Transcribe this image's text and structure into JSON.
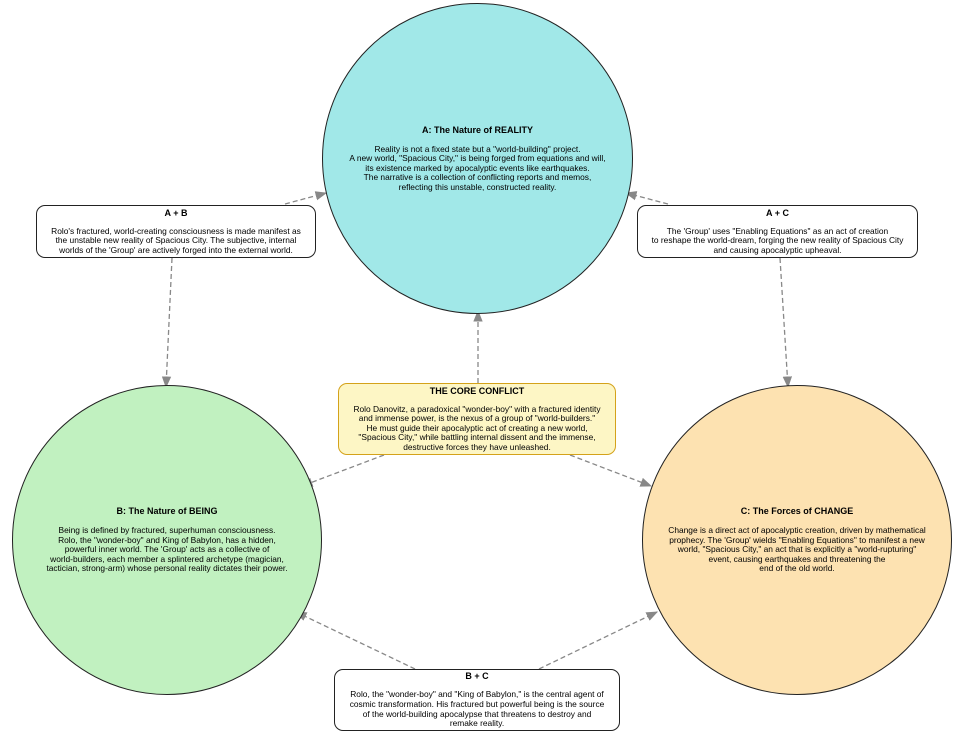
{
  "colors": {
    "reality_fill": "#a1e8e8",
    "being_fill": "#c1f1c0",
    "change_fill": "#fde2b1",
    "core_fill": "#fdf6c5",
    "core_border": "#d4a21a",
    "edge": "#888888"
  },
  "nodes": {
    "reality": {
      "title": "A: The Nature of REALITY",
      "body": "Reality is not a fixed state but a \"world-building\" project.\nA new world, \"Spacious City,\" is being forged from equations and will,\nits existence marked by apocalyptic events like earthquakes.\nThe narrative is a collection of conflicting reports and memos,\nreflecting this unstable, constructed reality."
    },
    "being": {
      "title": "B: The Nature of BEING",
      "body": "Being is defined by fractured, superhuman consciousness.\nRolo, the \"wonder-boy\" and King of Babylon, has a hidden,\npowerful inner world. The 'Group' acts as a collective of\nworld-builders, each member a splintered archetype (magician,\ntactician, strong-arm) whose personal reality dictates their power."
    },
    "change": {
      "title": "C: The Forces of CHANGE",
      "body": "Change is a direct act of apocalyptic creation, driven by mathematical\nprophecy. The 'Group' wields \"Enabling Equations\" to manifest a new\nworld, \"Spacious City,\" an act that is explicitly a \"world-rupturing\"\nevent, causing earthquakes and threatening the\nend of the old world."
    },
    "core": {
      "title": "THE CORE CONFLICT",
      "body": "Rolo Danovitz, a paradoxical \"wonder-boy\" with a fractured identity\nand immense power, is the nexus of a group of \"world-builders.\"\nHe must guide their apocalyptic act of creating a new world,\n\"Spacious City,\" while battling internal dissent and the immense,\ndestructive forces they have unleashed."
    },
    "ab": {
      "title": "A + B",
      "body": "Rolo's fractured, world-creating consciousness is made manifest as\nthe unstable new reality of Spacious City. The subjective, internal\nworlds of the 'Group' are actively forged into the external world."
    },
    "ac": {
      "title": "A + C",
      "body": "The 'Group' uses \"Enabling Equations\" as an act of creation\nto reshape the world-dream, forging the new reality of Spacious City\nand causing apocalyptic upheaval."
    },
    "bc": {
      "title": "B + C",
      "body": "Rolo, the \"wonder-boy\" and \"King of Babylon,\" is the central agent of\ncosmic transformation. His fractured but powerful being is the source\nof the world-building apocalypse that threatens to destroy and\nremake reality."
    }
  }
}
